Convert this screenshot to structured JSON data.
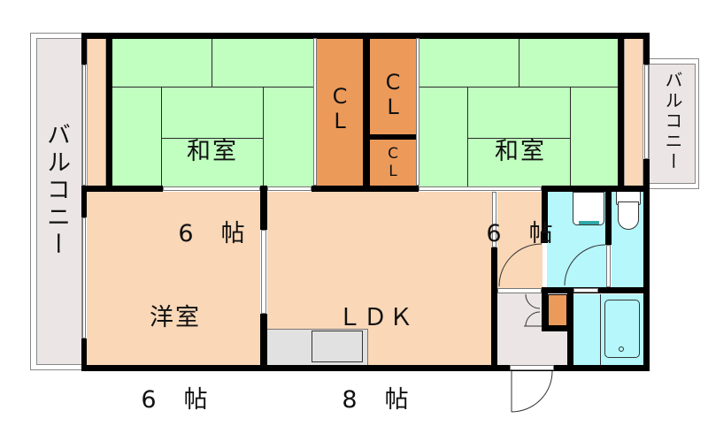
{
  "floor_plan": {
    "layout": "3LDK",
    "colors": {
      "tatami": "#c0ffc0",
      "flooring": "#f9d7b7",
      "closet": "#ec9a5a",
      "wet_area": "#b5f7fb",
      "balcony": "#ebe5e5",
      "entrance": "#ebe5e5",
      "kitchen": "#e1e1e1",
      "wall": "#000000"
    },
    "rooms": [
      {
        "id": "washitsu-left",
        "name": "和室",
        "size": "6　帖"
      },
      {
        "id": "closet-left",
        "name": "C\nL"
      },
      {
        "id": "closet-mid-upper",
        "name": "C\nL"
      },
      {
        "id": "closet-mid-lower",
        "name": "C\nL"
      },
      {
        "id": "washitsu-right",
        "name": "和室",
        "size": "6　帖"
      },
      {
        "id": "yoshitsu",
        "name": "洋室",
        "size": "6　帖"
      },
      {
        "id": "ldk",
        "name": "ＬＤＫ",
        "size": "8　帖"
      }
    ],
    "balconies": [
      {
        "id": "balcony-left",
        "label": "バルコニー"
      },
      {
        "id": "balcony-right",
        "label": "バルコニー"
      }
    ]
  }
}
